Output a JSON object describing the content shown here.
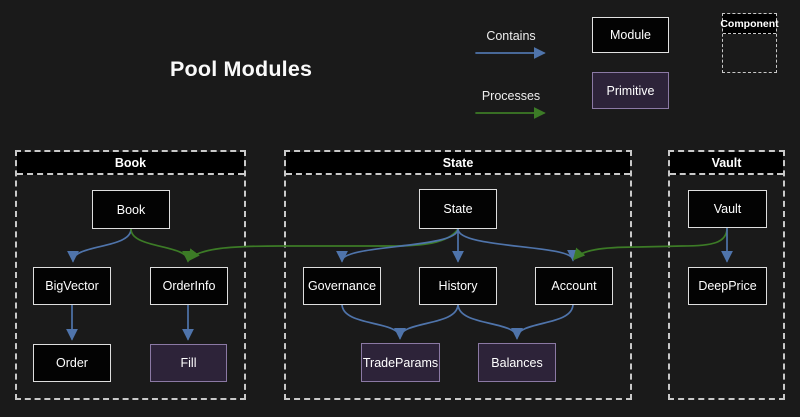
{
  "title": "Pool Modules",
  "legend": {
    "contains_label": "Contains",
    "processes_label": "Processes",
    "module_label": "Module",
    "primitive_label": "Primitive",
    "component_label": "Component"
  },
  "colors": {
    "background": "#1a1a1a",
    "node_fill": "#030303",
    "node_border": "#dedede",
    "primitive_fill": "#2d2339",
    "primitive_border": "#8b79a4",
    "contains_edge": "#4f74ab",
    "processes_edge": "#3c7b26",
    "container_border": "#c9c9c9"
  },
  "containers": {
    "book": {
      "title": "Book"
    },
    "state": {
      "title": "State"
    },
    "vault": {
      "title": "Vault"
    }
  },
  "nodes": {
    "book": {
      "label": "Book",
      "type": "module"
    },
    "bigvector": {
      "label": "BigVector",
      "type": "module"
    },
    "orderinfo": {
      "label": "OrderInfo",
      "type": "module"
    },
    "order": {
      "label": "Order",
      "type": "module"
    },
    "fill": {
      "label": "Fill",
      "type": "primitive"
    },
    "state": {
      "label": "State",
      "type": "module"
    },
    "governance": {
      "label": "Governance",
      "type": "module"
    },
    "history": {
      "label": "History",
      "type": "module"
    },
    "account": {
      "label": "Account",
      "type": "module"
    },
    "tradeparams": {
      "label": "TradeParams",
      "type": "primitive"
    },
    "balances": {
      "label": "Balances",
      "type": "primitive"
    },
    "vault": {
      "label": "Vault",
      "type": "module"
    },
    "deepprice": {
      "label": "DeepPrice",
      "type": "module"
    }
  },
  "edges": [
    {
      "from": "Book",
      "to": "BigVector",
      "relation": "contains"
    },
    {
      "from": "Book",
      "to": "OrderInfo",
      "relation": "processes"
    },
    {
      "from": "State",
      "to": "OrderInfo",
      "relation": "processes"
    },
    {
      "from": "State",
      "to": "Governance",
      "relation": "contains"
    },
    {
      "from": "State",
      "to": "History",
      "relation": "contains"
    },
    {
      "from": "State",
      "to": "Account",
      "relation": "contains"
    },
    {
      "from": "Vault",
      "to": "Account",
      "relation": "processes"
    },
    {
      "from": "Vault",
      "to": "DeepPrice",
      "relation": "contains"
    },
    {
      "from": "BigVector",
      "to": "Order",
      "relation": "contains"
    },
    {
      "from": "OrderInfo",
      "to": "Fill",
      "relation": "contains"
    },
    {
      "from": "Governance",
      "to": "TradeParams",
      "relation": "contains"
    },
    {
      "from": "History",
      "to": "TradeParams",
      "relation": "contains"
    },
    {
      "from": "History",
      "to": "Balances",
      "relation": "contains"
    },
    {
      "from": "Account",
      "to": "Balances",
      "relation": "contains"
    }
  ]
}
